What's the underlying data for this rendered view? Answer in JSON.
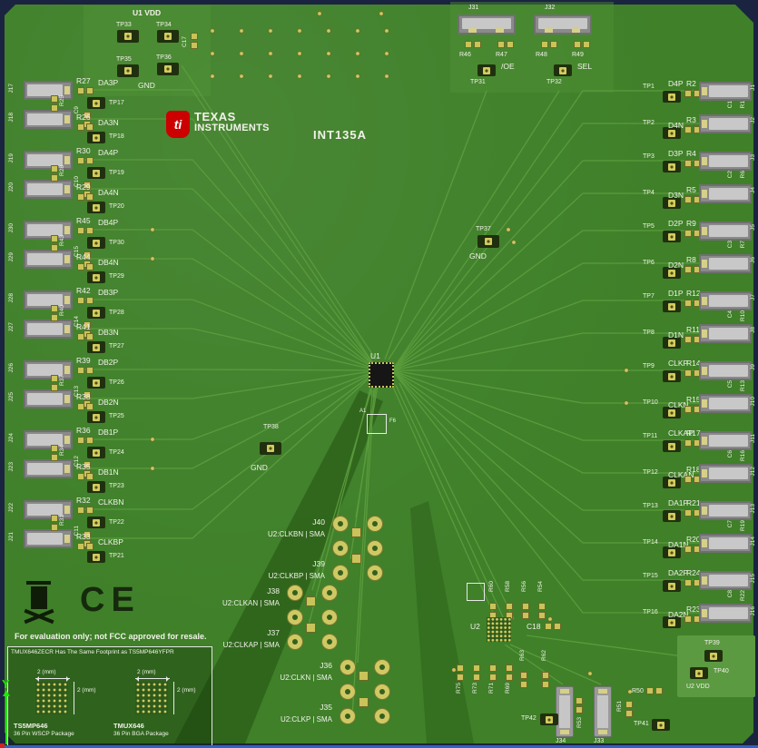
{
  "colors": {
    "board_green": "#3f8029",
    "pad_gold": "#c9c35a",
    "silkscreen": "#f2f2ea",
    "border_navy": "#1a2440",
    "ti_red": "#cc0000",
    "axis_green": "#21e50b",
    "axis_blue": "#2f62c4"
  },
  "title": "INT135A",
  "logo": {
    "bug": "ti",
    "line1": "TEXAS",
    "line2": "INSTRUMENTS"
  },
  "top_left": {
    "title": "U1 VDD",
    "tp33": "TP33",
    "tp34": "TP34",
    "tp35": "TP35",
    "tp36": "TP36",
    "gnd": "GND",
    "cap": "C17"
  },
  "headers": [
    {
      "j": "J31",
      "r_left": "R46",
      "r_right": "R47",
      "sig": "/OE",
      "tp": "TP31"
    },
    {
      "j": "J32",
      "r_left": "R48",
      "r_right": "R49",
      "sig": "SEL",
      "tp": "TP32"
    }
  ],
  "center": {
    "u1": "U1",
    "a1": "A1",
    "f6": "F6"
  },
  "tp37": {
    "tp": "TP37",
    "gnd": "GND"
  },
  "tp38": {
    "tp": "TP38",
    "gnd": "GND"
  },
  "left_blocks": [
    {
      "j_p": "J17",
      "j_n": "J18",
      "r_p": "R27",
      "name_p": "DA3P",
      "tp_p": "TP17",
      "r_term": "R25",
      "cap": "C9",
      "r_n": "R26",
      "name_n": "DA3N",
      "tp_n": "TP18"
    },
    {
      "j_p": "J19",
      "j_n": "J20",
      "r_p": "R30",
      "name_p": "DA4P",
      "tp_p": "TP19",
      "r_term": "R28",
      "cap": "C10",
      "r_n": "R29",
      "name_n": "DA4N",
      "tp_n": "TP20"
    },
    {
      "j_p": "J30",
      "j_n": "J29",
      "r_p": "R45",
      "name_p": "DB4P",
      "tp_p": "TP30",
      "r_term": "R43",
      "cap": "C15",
      "r_n": "R44",
      "name_n": "DB4N",
      "tp_n": "TP29"
    },
    {
      "j_p": "J28",
      "j_n": "J27",
      "r_p": "R42",
      "name_p": "DB3P",
      "tp_p": "TP28",
      "r_term": "R40",
      "cap": "C14",
      "r_n": "R41",
      "name_n": "DB3N",
      "tp_n": "TP27"
    },
    {
      "j_p": "J26",
      "j_n": "J25",
      "r_p": "R39",
      "name_p": "DB2P",
      "tp_p": "TP26",
      "r_term": "R37",
      "cap": "C13",
      "r_n": "R38",
      "name_n": "DB2N",
      "tp_n": "TP25"
    },
    {
      "j_p": "J24",
      "j_n": "J23",
      "r_p": "R36",
      "name_p": "DB1P",
      "tp_p": "TP24",
      "r_term": "R34",
      "cap": "C12",
      "r_n": "R35",
      "name_n": "DB1N",
      "tp_n": "TP23"
    },
    {
      "j_p": "J22",
      "j_n": "J21",
      "r_p": "R32",
      "name_p": "CLKBN",
      "tp_p": "TP22",
      "r_term": "R31",
      "cap": "C11",
      "r_n": "R33",
      "name_n": "CLKBP",
      "tp_n": "TP21"
    }
  ],
  "right_blocks": [
    {
      "tp_p": "TP1",
      "name_p": "D4P",
      "r_p": "R2",
      "j_p": "J1",
      "cap": "C1",
      "r_term": "R1",
      "tp_n": "TP2",
      "name_n": "D4N",
      "r_n": "R3",
      "j_n": "J2"
    },
    {
      "tp_p": "TP3",
      "name_p": "D3P",
      "r_p": "R4",
      "j_p": "J3",
      "cap": "C2",
      "r_term": "R6",
      "tp_n": "TP4",
      "name_n": "D3N",
      "r_n": "R5",
      "j_n": "J4"
    },
    {
      "tp_p": "TP5",
      "name_p": "D2P",
      "r_p": "R9",
      "j_p": "J5",
      "cap": "C3",
      "r_term": "R7",
      "tp_n": "TP6",
      "name_n": "D2N",
      "r_n": "R8",
      "j_n": "J6"
    },
    {
      "tp_p": "TP7",
      "name_p": "D1P",
      "r_p": "R12",
      "j_p": "J7",
      "cap": "C4",
      "r_term": "R10",
      "tp_n": "TP8",
      "name_n": "D1N",
      "r_n": "R11",
      "j_n": "J8"
    },
    {
      "tp_p": "TP9",
      "name_p": "CLKP",
      "r_p": "R14",
      "j_p": "J9",
      "cap": "C5",
      "r_term": "R13",
      "tp_n": "TP10",
      "name_n": "CLKN",
      "r_n": "R15",
      "j_n": "J10"
    },
    {
      "tp_p": "TP11",
      "name_p": "CLKAP",
      "r_p": "R17",
      "j_p": "J11",
      "cap": "C6",
      "r_term": "R16",
      "tp_n": "TP12",
      "name_n": "CLKAN",
      "r_n": "R18",
      "j_n": "J12"
    },
    {
      "tp_p": "TP13",
      "name_p": "DA1P",
      "r_p": "R21",
      "j_p": "J13",
      "cap": "C7",
      "r_term": "R19",
      "tp_n": "TP14",
      "name_n": "DA1N",
      "r_n": "R20",
      "j_n": "J14"
    },
    {
      "tp_p": "TP15",
      "name_p": "DA2P",
      "r_p": "R24",
      "j_p": "J15",
      "cap": "C8",
      "r_term": "R22",
      "tp_n": "TP16",
      "name_n": "DA2N",
      "r_n": "R23",
      "j_n": "J16"
    }
  ],
  "sma_clusters": [
    {
      "j1": "J40",
      "sig1": "U2:CLKBN | SMA",
      "j2": "J39",
      "sig2": "U2:CLKBP | SMA"
    },
    {
      "j1": "J38",
      "sig1": "U2:CLKAN | SMA",
      "j2": "J37",
      "sig2": "U2:CLKAP | SMA"
    },
    {
      "j1": "J36",
      "sig1": "U2:CLKN | SMA",
      "j2": "J35",
      "sig2": "U2:CLKP | SMA"
    }
  ],
  "u2_area": {
    "u2": "U2",
    "c18": "C18",
    "top_resistors": [
      {
        "r": "R60"
      },
      {
        "r": "R58"
      },
      {
        "r": "R56"
      },
      {
        "r": "R54"
      }
    ],
    "mid_resistors": [
      {
        "r": "R63"
      },
      {
        "r": "R62"
      }
    ],
    "bottom_resistors": [
      {
        "r": "R75"
      },
      {
        "r": "R73"
      },
      {
        "r": "R71"
      },
      {
        "r": "R69"
      }
    ],
    "j34": "J34",
    "j33": "J33",
    "r53": "R53",
    "r51": "R51",
    "r50": "R50",
    "tp42": "TP42",
    "tp41": "TP41"
  },
  "u2_vdd": {
    "tp39": "TP39",
    "tp40": "TP40",
    "label": "U2 VDD"
  },
  "regulatory": {
    "ce": "CE",
    "notice": "For evaluation only; not FCC approved for resale.",
    "note": "TMUX646ZECR Has The Same Footprint as TS5MP646YFPR",
    "dim": "2 (mm)",
    "pkg1_name": "TS5MP646",
    "pkg1_desc": "36 Pin WSCP Package",
    "pkg2_name": "TMUX646",
    "pkg2_desc": "36 Pin BGA Package"
  },
  "axes": {
    "y": "Y"
  }
}
